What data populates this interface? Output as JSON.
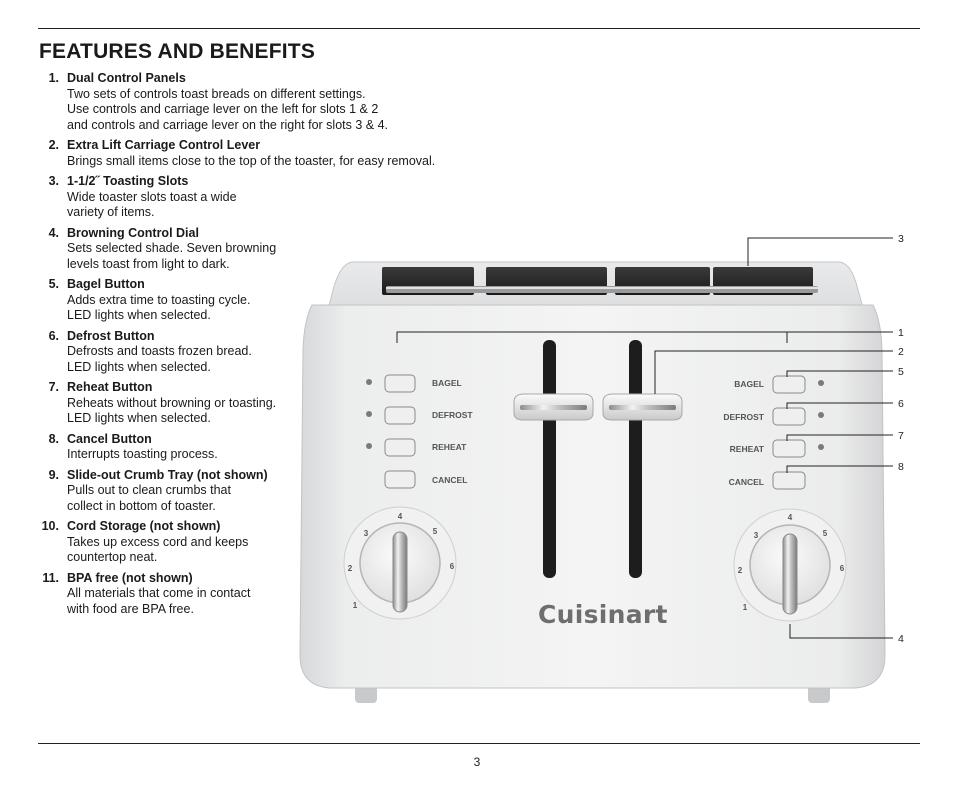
{
  "heading": "FEATURES AND BENEFITS",
  "features": [
    {
      "num": "1.",
      "title": "Dual Control Panels",
      "lines": [
        "Two sets of controls toast breads on different settings.",
        "Use controls and carriage lever on the left for slots 1 & 2",
        "and controls and carriage lever on the right for slots 3 & 4."
      ]
    },
    {
      "num": "2.",
      "title": "Extra Lift Carriage Control Lever",
      "lines": [
        "Brings small items close to the top of the toaster, for easy removal."
      ]
    },
    {
      "num": "3.",
      "title": "1-1/2˝ Toasting Slots",
      "lines": [
        "Wide toaster slots toast a wide",
        "variety of items."
      ]
    },
    {
      "num": "4.",
      "title": "Browning Control Dial",
      "lines": [
        "Sets selected shade. Seven browning",
        "levels toast from light to dark."
      ]
    },
    {
      "num": "5.",
      "title": "Bagel Button",
      "lines": [
        "Adds extra time to toasting cycle.",
        "LED lights when selected."
      ]
    },
    {
      "num": "6.",
      "title": "Defrost Button",
      "lines": [
        "Defrosts and toasts frozen bread.",
        "LED lights when selected."
      ]
    },
    {
      "num": "7.",
      "title": "Reheat Button",
      "lines": [
        "Reheats without browning or toasting.",
        "LED lights when selected."
      ]
    },
    {
      "num": "8.",
      "title": "Cancel Button",
      "lines": [
        "Interrupts toasting process."
      ]
    },
    {
      "num": "9.",
      "title": "Slide-out Crumb Tray (not shown)",
      "lines": [
        "Pulls out to clean crumbs that",
        "collect in bottom of toaster."
      ]
    },
    {
      "num": "10.",
      "title": "Cord Storage (not shown)",
      "lines": [
        "Takes up excess cord and keeps",
        "countertop neat."
      ]
    },
    {
      "num": "11.",
      "title": "BPA free (not shown)",
      "lines": [
        "All materials that come in contact",
        "with food are BPA free."
      ]
    }
  ],
  "callouts": {
    "c1": "1",
    "c2": "2",
    "c3": "3",
    "c4": "4",
    "c5": "5",
    "c6": "6",
    "c7": "7",
    "c8": "8"
  },
  "toaster": {
    "brand": "Cuisinart",
    "button_labels": [
      "BAGEL",
      "DEFROST",
      "REHEAT",
      "CANCEL"
    ],
    "dial_numbers": [
      "1",
      "2",
      "3",
      "4",
      "5",
      "6"
    ]
  },
  "page_number": "3"
}
